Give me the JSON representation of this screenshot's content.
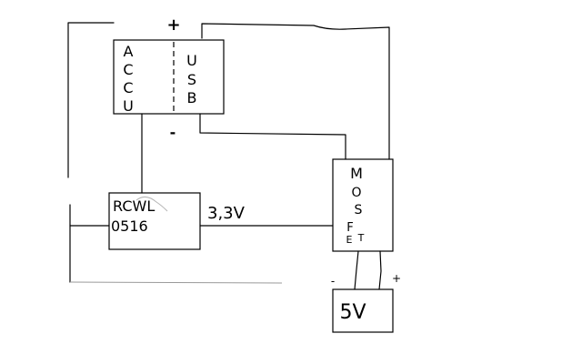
{
  "battery_module": {
    "left_letters": [
      "A",
      "C",
      "C",
      "U"
    ],
    "right_letters": [
      "U",
      "S",
      "B"
    ],
    "plus_label": "+",
    "minus_label": "-"
  },
  "sensor_module": {
    "line1": "RCWL",
    "line2": "0516"
  },
  "signal_voltage": "3,3V",
  "mosfet_module": {
    "letters": [
      "M",
      "O",
      "S",
      "F",
      "E",
      "T"
    ]
  },
  "load_module": {
    "label": "5V",
    "minus_label": "-",
    "plus_label": "+"
  }
}
